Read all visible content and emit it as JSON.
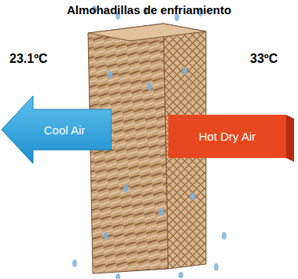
{
  "diagram": {
    "title": "Almohadillas de enfriamiento",
    "nodes": [
      {
        "text": [
          "Cool Air"
        ]
      },
      {
        "text": [
          "Hot Dry Air"
        ]
      }
    ],
    "labels": [
      "23.1ºC",
      "33ºC"
    ]
  }
}
